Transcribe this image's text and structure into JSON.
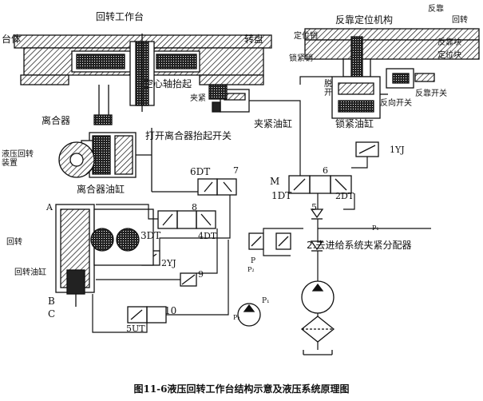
{
  "labels": {
    "rotary_table": "回转工作台",
    "body": "台体",
    "turntable": "转盘",
    "hollow_shaft_lift": "空心轴抬起",
    "clamp": "夹紧",
    "clamp_cylinder": "夹紧油缸",
    "lift_open_switch": "打开离合器抬起开关",
    "clutch": "离合器",
    "clutch_cylinder": "离合器油缸",
    "hydraulic_rotary_device": "液压回转装置",
    "reverse_positioning_mechanism": "反靠定位机构",
    "reverse": "反靠",
    "rotate": "回转",
    "positioning_pin": "定位销",
    "locking_pin": "锁紧销",
    "reverse_block": "反靠块",
    "positioning_block": "定位块",
    "reverse_switch_1": "反靠开关",
    "reverse_switch_2": "反向开关",
    "lock_cylinder": "锁紧油缸",
    "disengage": "脱开",
    "yj1": "1YJ",
    "dt6": "6DT",
    "n7": "7",
    "n6": "6",
    "m_mark": "M",
    "dt1": "1DT",
    "dt2": "2DT",
    "n5": "5",
    "p1_small": "P₁",
    "n2_text": "2.去进给系统夹紧分配器",
    "a_mark": "A",
    "n8": "8",
    "dt3": "3DT",
    "dt4": "4DT",
    "rotate_left": "回转",
    "yj2": "2YJ",
    "n9": "9",
    "rotary_cylinder": "回转油缸",
    "b_mark": "B",
    "c_mark": "C",
    "n10": "10",
    "dt5": "5UT",
    "p_circle": "P",
    "p1": "P₁",
    "p2": "P₂",
    "p2_small": "P₂",
    "caption": "图11-6液压回转工作台结构示意及液压系统原理图"
  }
}
